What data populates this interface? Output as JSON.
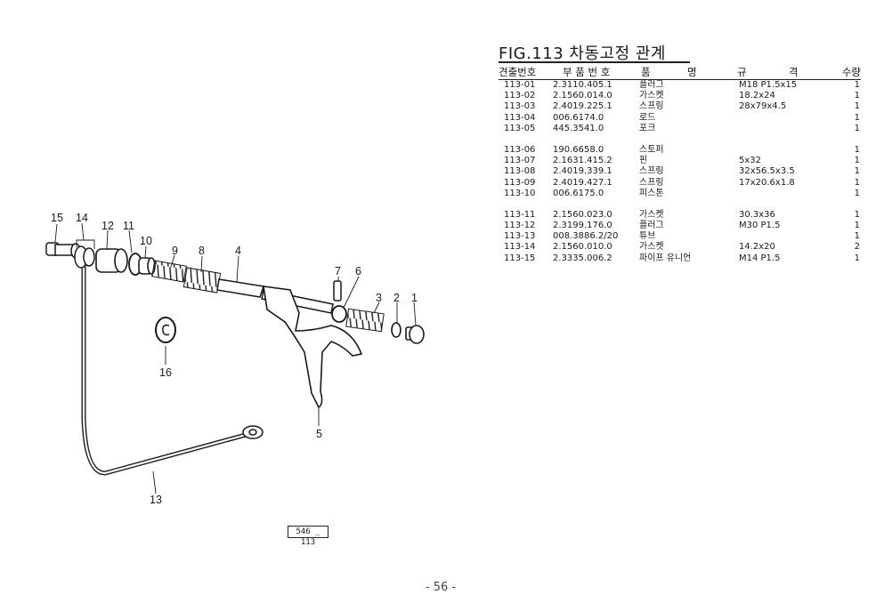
{
  "title": "FIG.113 차동고정 관계",
  "table": {
    "headers": {
      "illustration_no": "견출번호",
      "part_no": "부 품 번 호",
      "name_1": "품",
      "name_2": "명",
      "spec_1": "규",
      "spec_2": "격",
      "qty": "수량"
    },
    "groups": [
      [
        {
          "no": "113-01",
          "part": "2.3110.405.1",
          "name": "플러그",
          "spec": "M18 P1.5x15",
          "qty": "1"
        },
        {
          "no": "113-02",
          "part": "2.1560.014.0",
          "name": "가스켓",
          "spec": "18.2x24",
          "qty": "1"
        },
        {
          "no": "113-03",
          "part": "2.4019.225.1",
          "name": "스프링",
          "spec": "28x79x4.5",
          "qty": "1"
        },
        {
          "no": "113-04",
          "part": "006.6174.0",
          "name": "로드",
          "spec": "",
          "qty": "1"
        },
        {
          "no": "113-05",
          "part": "445.3541.0",
          "name": "포크",
          "spec": "",
          "qty": "1"
        }
      ],
      [
        {
          "no": "113-06",
          "part": "190.6658.0",
          "name": "스토퍼",
          "spec": "",
          "qty": "1"
        },
        {
          "no": "113-07",
          "part": "2.1631.415.2",
          "name": "핀",
          "spec": "5x32",
          "qty": "1"
        },
        {
          "no": "113-08",
          "part": "2.4019.339.1",
          "name": "스프링",
          "spec": "32x56.5x3.5",
          "qty": "1"
        },
        {
          "no": "113-09",
          "part": "2.4019.427.1",
          "name": "스프링",
          "spec": "17x20.6x1.8",
          "qty": "1"
        },
        {
          "no": "113-10",
          "part": "006.6175.0",
          "name": "피스톤",
          "spec": "",
          "qty": "1"
        }
      ],
      [
        {
          "no": "113-11",
          "part": "2.1560.023.0",
          "name": "가스켓",
          "spec": "30.3x36",
          "qty": "1"
        },
        {
          "no": "113-12",
          "part": "2.3199.176.0",
          "name": "플러그",
          "spec": "M30 P1.5",
          "qty": "1"
        },
        {
          "no": "113-13",
          "part": "008.3886.2/20",
          "name": "튜브",
          "spec": "",
          "qty": "1"
        },
        {
          "no": "113-14",
          "part": "2.1560.010.0",
          "name": "가스켓",
          "spec": "14.2x20",
          "qty": "2"
        },
        {
          "no": "113-15",
          "part": "2.3335.006.2",
          "name": "파이프 유니언",
          "spec": "M14 P1.5",
          "qty": "1"
        }
      ]
    ]
  },
  "diagram": {
    "callouts": [
      "15",
      "14",
      "12",
      "11",
      "10",
      "9",
      "8",
      "4",
      "7",
      "6",
      "3",
      "2",
      "1",
      "16",
      "5",
      "13"
    ],
    "drawing_code": "546 _ 113"
  },
  "page_number": "- 56 -"
}
